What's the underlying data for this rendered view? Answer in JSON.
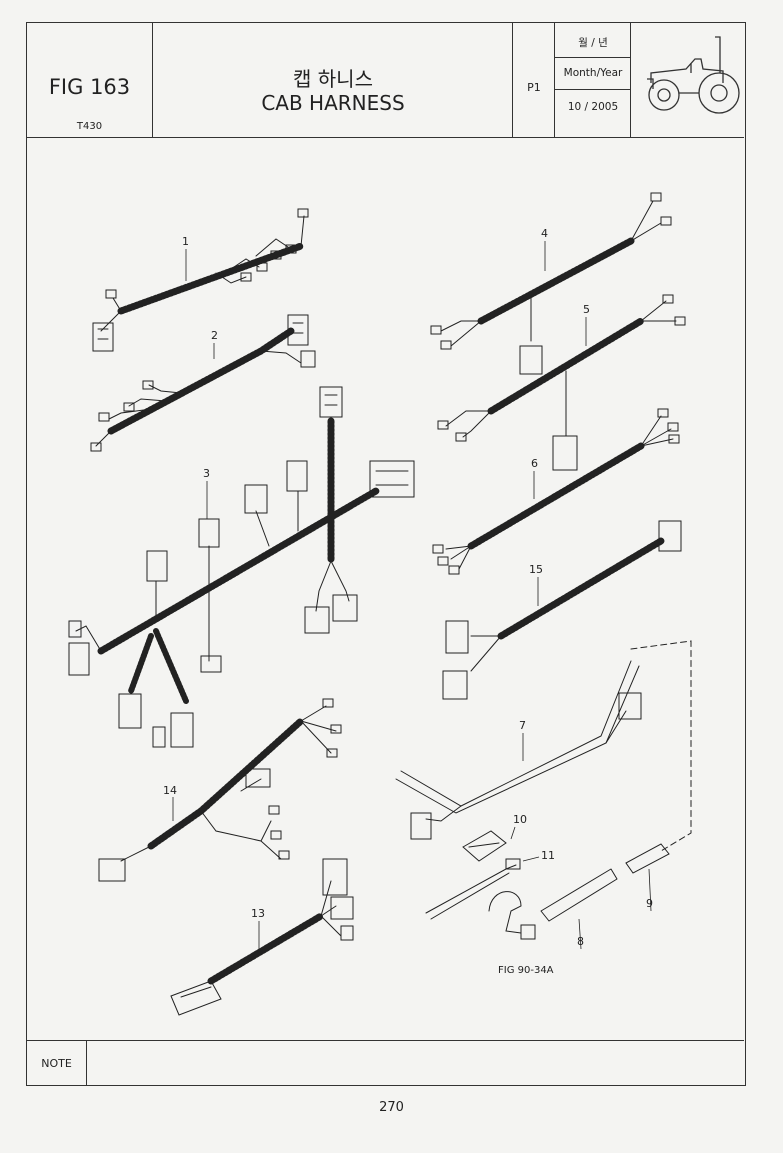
{
  "header": {
    "fig_number": "FIG 163",
    "model": "T430",
    "title_korean": "캡 하니스",
    "title_english": "CAB HARNESS",
    "page_code": "P1",
    "date_korean": "월 / 년",
    "date_label": "Month/Year",
    "date_value": "10 / 2005",
    "tractor_icon": "tractor-icon"
  },
  "callouts": {
    "c1": "1",
    "c2": "2",
    "c3": "3",
    "c4": "4",
    "c5": "5",
    "c6": "6",
    "c7": "7",
    "c8": "8",
    "c9": "9",
    "c10": "10",
    "c11": "11",
    "c13": "13",
    "c14": "14",
    "c15": "15",
    "ref": "FIG 90-34A"
  },
  "note": {
    "label": "NOTE"
  },
  "footer": {
    "page_number": "270"
  }
}
